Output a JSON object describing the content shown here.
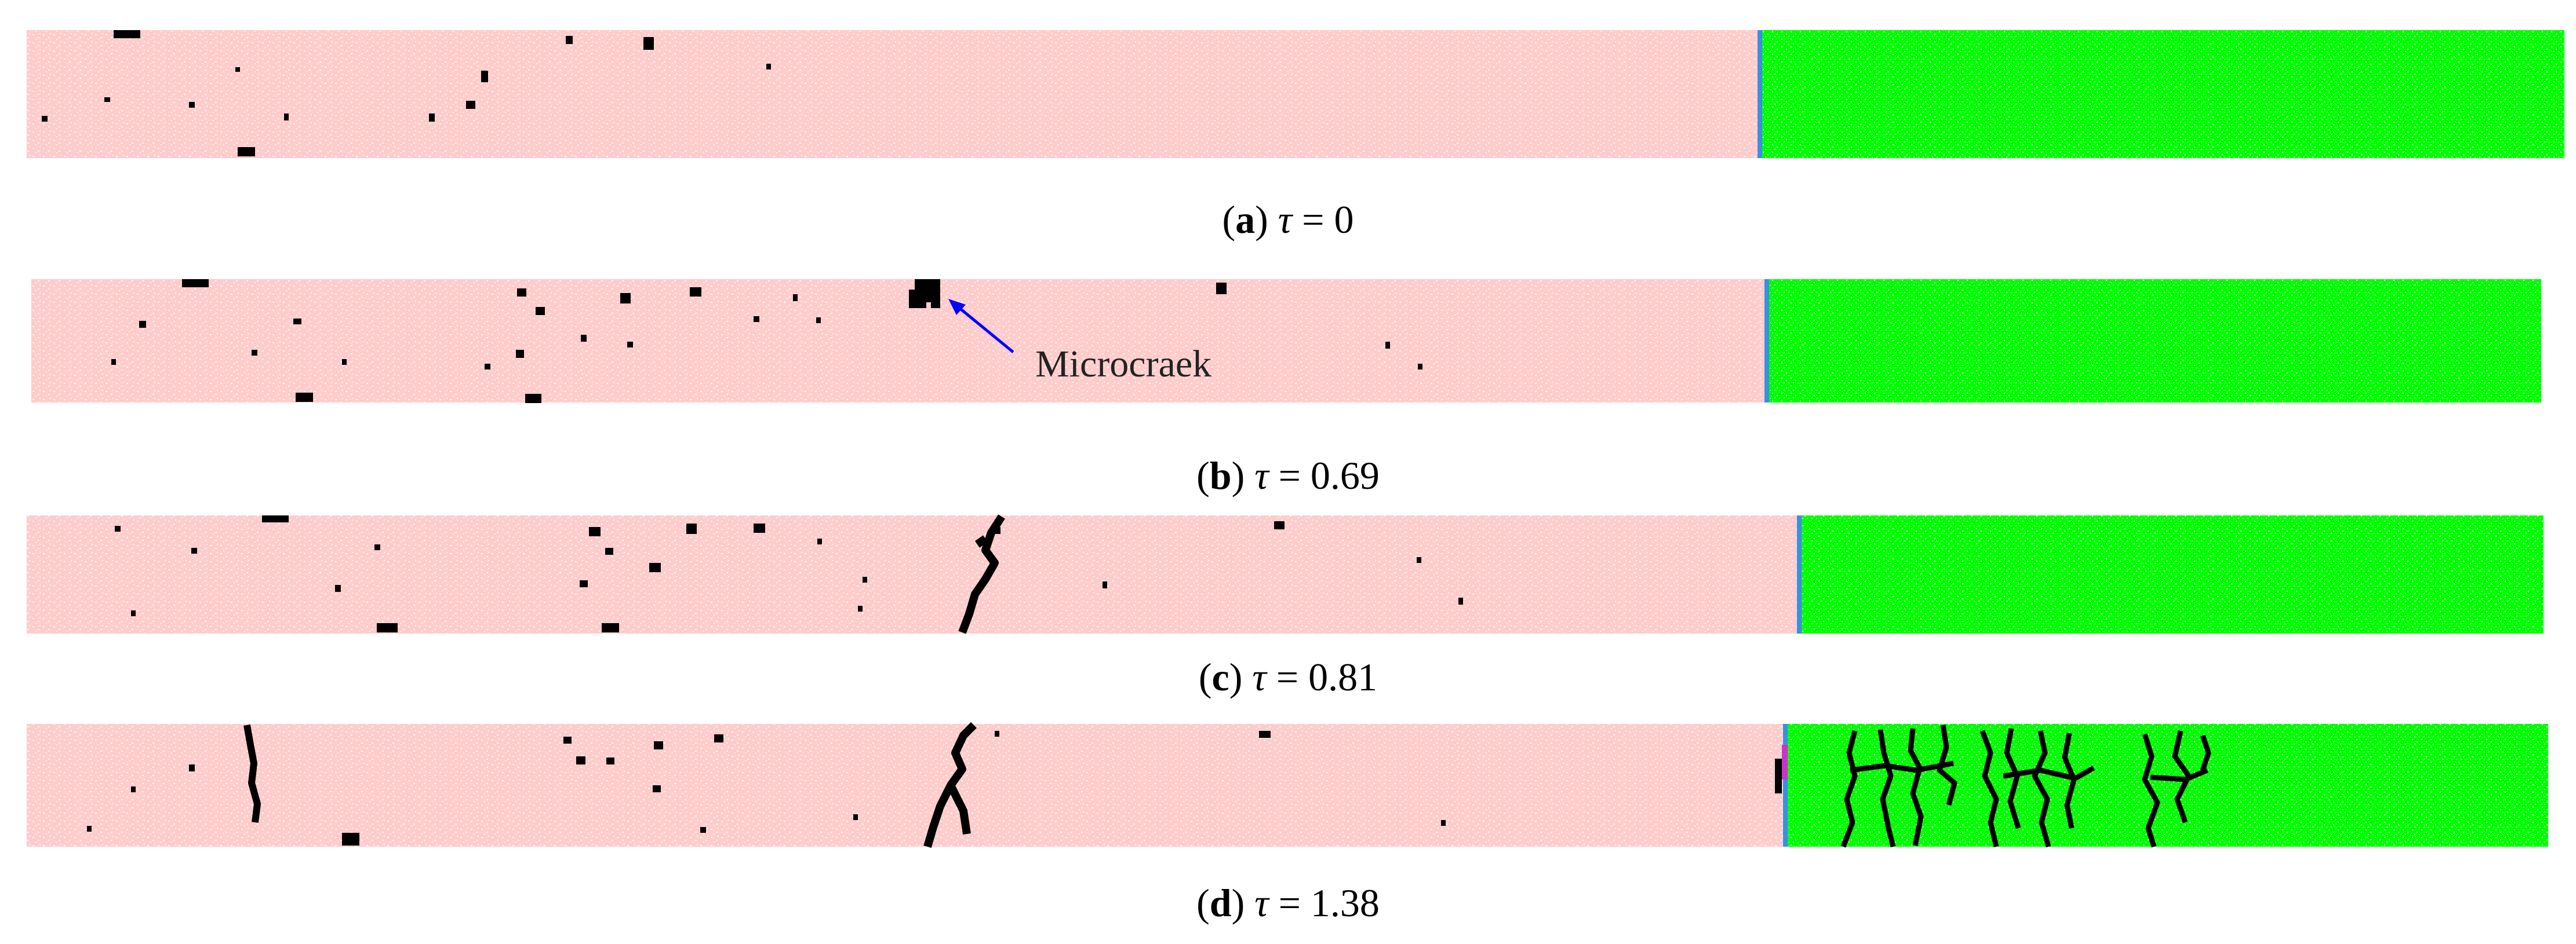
{
  "colors": {
    "left_material": "#ffcccc",
    "right_material": "#00ff00",
    "interface": "#3a8ee6",
    "crack": "#000000",
    "annotation_arrow": "#0000ff",
    "interface_damage": "#cc33cc"
  },
  "panels": [
    {
      "id": "a",
      "letter": "a",
      "symbol": "τ",
      "equals": " = ",
      "value": "0"
    },
    {
      "id": "b",
      "letter": "b",
      "symbol": "τ",
      "equals": " = ",
      "value": "0.69"
    },
    {
      "id": "c",
      "letter": "c",
      "symbol": "τ",
      "equals": " = ",
      "value": "0.81"
    },
    {
      "id": "d",
      "letter": "d",
      "symbol": "τ",
      "equals": " = ",
      "value": "1.38"
    }
  ],
  "annotation": {
    "label": "Microcraek"
  }
}
